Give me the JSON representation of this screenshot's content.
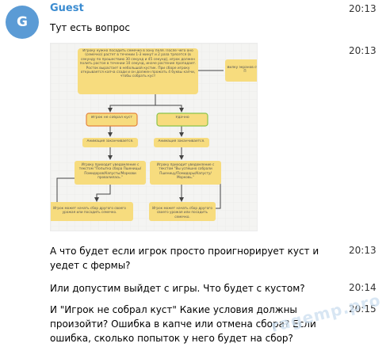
{
  "sender": {
    "name": "Guest",
    "initial": "G"
  },
  "messages": [
    {
      "text": "Тут есть вопрос",
      "time": "20:13"
    },
    {
      "text": "",
      "time": "20:13"
    },
    {
      "text": "А что будет если игрок просто проигнорирует куст и уедет с фермы?",
      "time": "20:13"
    },
    {
      "text": "Или допустим выйдет с игры. Что будет с кустом?",
      "time": "20:14"
    },
    {
      "text": "И \"Игрок не собрал куст\" Какие условия должны произойти? Ошибка в капче или отмена сбора? Если ошибка, сколько попыток у него будет на сбор?",
      "time": "20:15"
    }
  ],
  "flowchart": {
    "top_box": "Игроку нужно посадить семечко в зону поля. После чего оно (семечко) растет в течении 1-3 минут и 2 раза трясется (в секунду по прошествию 30 секунд и 45 секунд), игрок должен полить растое в течении 10 секунд, иначе растение пропадает. Росток вырастает в небольшой кустик. При сборе игроку открывается капча сзади и он должен прожать 4 буквы капчи, чтобы собрать куст",
    "side_box": "Вилку экранов сбор П",
    "fail_box": "Игрок не собрал куст",
    "success_box": "Удачно",
    "anim_left": "Анимация заканчивается.",
    "anim_right": "Анимация заканчивается.",
    "notify_left": "Игроку приходит уведомление с текстом \"Попытка сбора Пшеницы/Помидоров/Капусты/Моркови провалилась.\"",
    "notify_right": "Игроку приходит уведомление с текстом \"Вы успешно собрали Пшеницу/Помидоры/Капусту/Морковь.\"",
    "end_left": "Игрок может начать сбор другого своего урожая или посадить семечко.",
    "end_right": "Игрок может начать сбор другого своего урожая или посадить семечко.",
    "colors": {
      "yellow": "#f7dc7e",
      "orange_border": "#e3843f",
      "green_border": "#8bc34a",
      "arrow": "#444444"
    }
  },
  "watermark": "ragemp.pro"
}
